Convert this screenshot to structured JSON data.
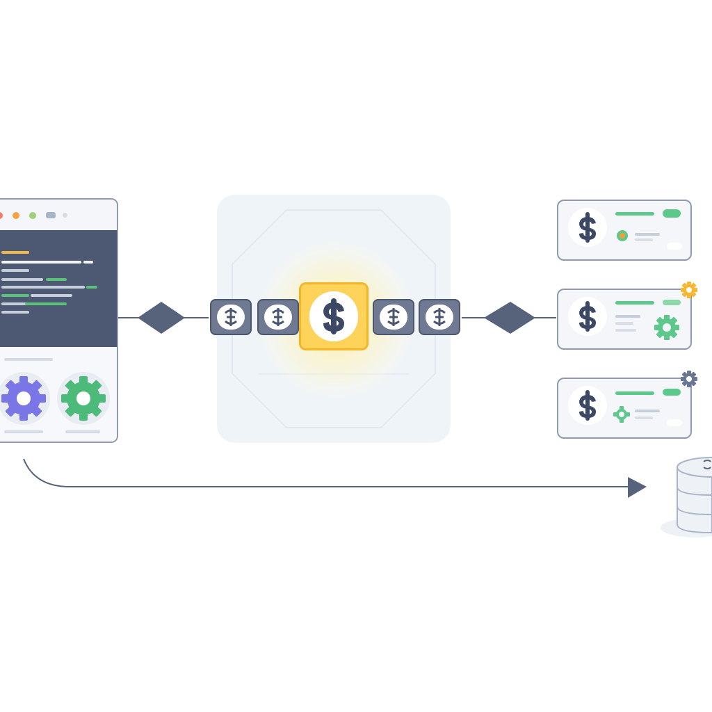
{
  "diagram": {
    "source": {
      "window_dots": [
        "#f47a6b",
        "#f5a340",
        "#9cd17a",
        "#a8b4c8",
        "#d6dbe4"
      ],
      "code_line_colors": [
        "#f2b84b",
        "#f1f3f7",
        "#5bc27a",
        "#c7cedb"
      ],
      "gears": [
        {
          "name": "purple-gear-icon",
          "color": "#7a76e6"
        },
        {
          "name": "green-gear-icon",
          "color": "#4cbb7a"
        }
      ]
    },
    "processor": {
      "token_icon": "coin-icon",
      "highlight_color": "#ffd35a",
      "token_color": "#6f7a92"
    },
    "outputs": {
      "cards": [
        {
          "name": "output-card-1",
          "badge": "",
          "accent": "#5cc98a"
        },
        {
          "name": "output-card-2",
          "badge": "gear-badge-icon",
          "badge_color": "#f7b733",
          "accent": "#5cc98a"
        },
        {
          "name": "output-card-3",
          "badge": "gear-badge-icon",
          "badge_color": "#6b7694",
          "accent": "#5cc98a"
        }
      ]
    },
    "storage": {
      "icon": "database-icon",
      "color": "#eef1f6"
    },
    "palette": {
      "line": "#57627b",
      "border": "#8f9ab0"
    }
  }
}
